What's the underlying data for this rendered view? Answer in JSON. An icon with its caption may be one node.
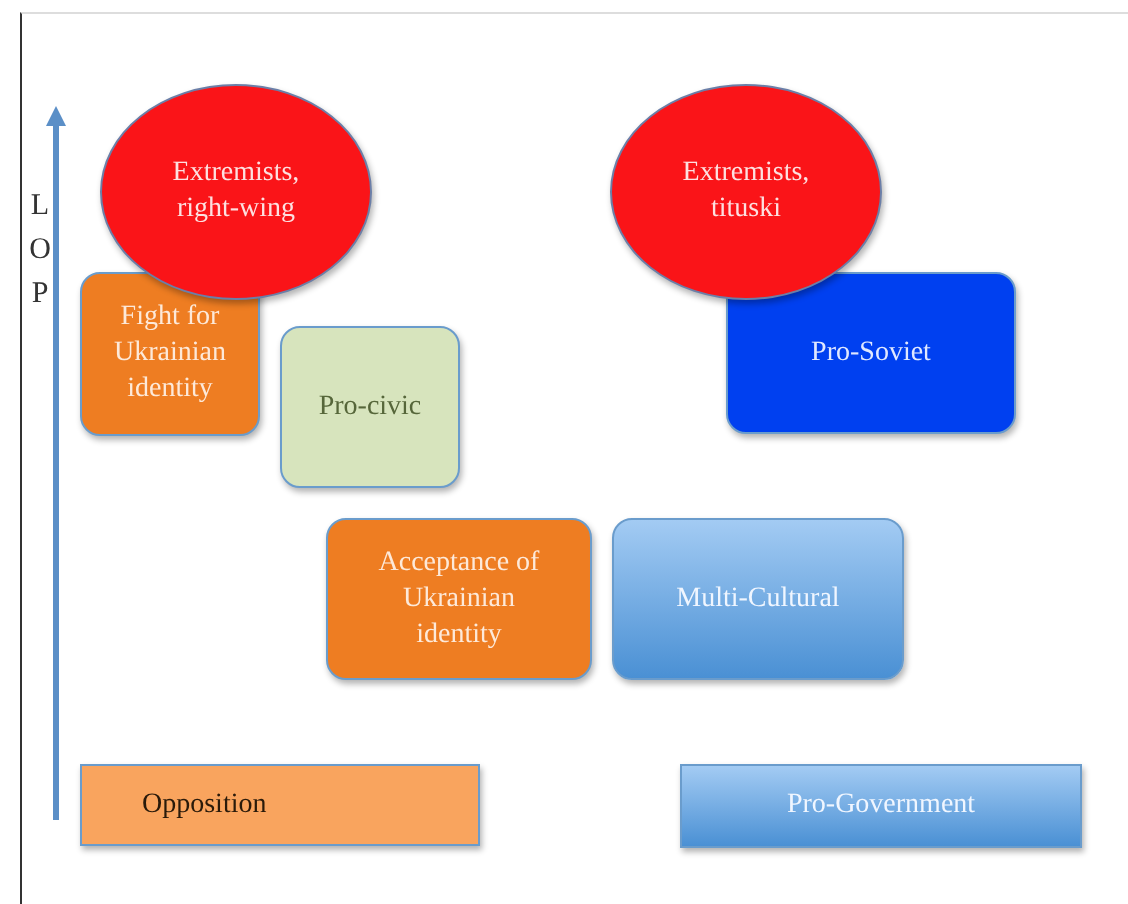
{
  "diagram": {
    "nodes": [
      {
        "text": [
          "Extremists, right-wing"
        ]
      },
      {
        "text": [
          "Extremists, tituski"
        ]
      },
      {
        "text": [
          "Fight for Ukrainian identity"
        ]
      },
      {
        "text": [
          "Pro-Soviet"
        ]
      },
      {
        "text": [
          "Pro-civic"
        ]
      },
      {
        "text": [
          "Acceptance of Ukrainian identity"
        ]
      },
      {
        "text": [
          "Multi-Cultural"
        ]
      },
      {
        "text": [
          "Opposition"
        ]
      },
      {
        "text": [
          "Pro-Government"
        ]
      }
    ],
    "edges": [],
    "labels": [
      "LOP"
    ]
  }
}
